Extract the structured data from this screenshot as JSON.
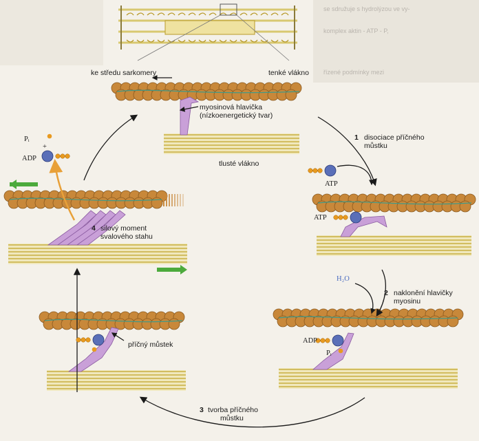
{
  "colors": {
    "actin": "#c8883a",
    "actin_dark": "#8a5a20",
    "myosin_filament": "#e8d66a",
    "myosin_line": "#b89a2a",
    "myosin_head": "#c9a0d8",
    "atp_blue": "#5a6fb8",
    "phosphate": "#e89a20",
    "arrow_green": "#4caa3c",
    "arrow_orange": "#e8a038",
    "sarcomere_top": "#d8c870"
  },
  "labels": {
    "toward_center": "ke středu sarkomery",
    "thin_filament": "tenké vlákno",
    "myosin_head": "myosinová hlavička",
    "low_energy": "(nízkoenergetický tvar)",
    "thick_filament": "tlusté vlákno",
    "cross_bridge": "příčný můstek"
  },
  "steps": {
    "s1_num": "1",
    "s1_line1": "disociace příčného",
    "s1_line2": "můstku",
    "s2_num": "2",
    "s2_line1": "naklonění hlavičky",
    "s2_line2": "myosinu",
    "s3_num": "3",
    "s3_line1": "tvorba příčného",
    "s3_line2": "můstku",
    "s4_num": "4",
    "s4_line1": "silový moment",
    "s4_line2": "svalového stahu"
  },
  "chem": {
    "atp": "ATP",
    "adp": "ADP",
    "water": "H₂O",
    "pi": "Pᵢ",
    "plus": "+"
  },
  "background_text": [
    "se sdružuje s hydrolýzou ve vy-",
    "komplex aktin - ATP - P,",
    "řízené podmínky mezi"
  ]
}
